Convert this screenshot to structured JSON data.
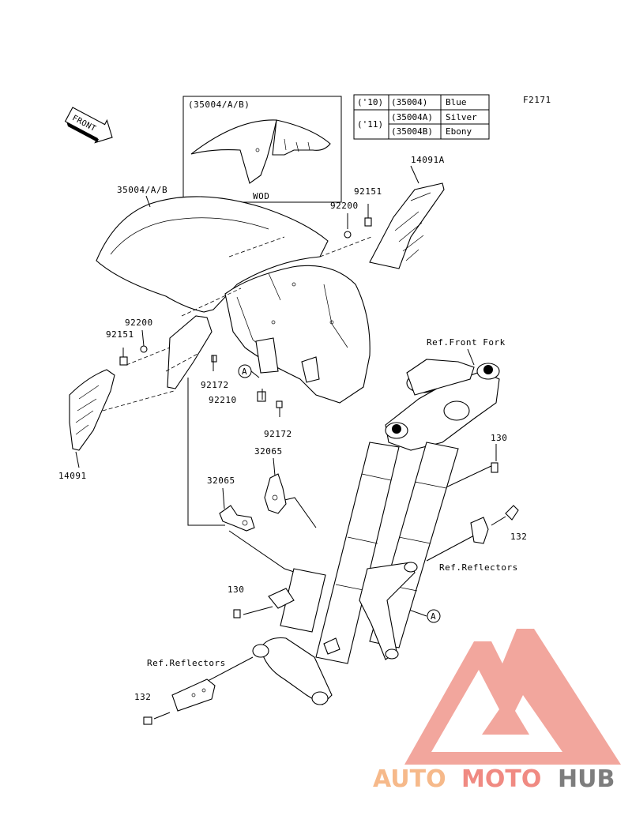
{
  "figure_code": "F2171",
  "front_arrow": "FRONT",
  "wod_box": {
    "title": "(35004/A/B)",
    "caption": "WOD"
  },
  "color_table": {
    "rows": [
      {
        "year": "('10)",
        "part": "(35004)",
        "color": "Blue"
      },
      {
        "year": "('11)",
        "part": "(35004A)",
        "color": "Silver"
      },
      {
        "year": "",
        "part": "(35004B)",
        "color": "Ebony"
      }
    ]
  },
  "callouts": {
    "fender": "35004/A/B",
    "cover_right": "14091A",
    "cover_left": "14091",
    "bolt_top_right": "92151",
    "washer_top_right": "92200",
    "washer_left": "92200",
    "bolt_left": "92151",
    "screw_left": "92172",
    "clip": "92210",
    "screw_center": "92172",
    "bracket_upper": "32065",
    "bracket_lower": "32065",
    "front_fork_ref": "Ref.Front Fork",
    "bolt_130_right": "130",
    "bolt_132_right": "132",
    "reflectors_right": "Ref.Reflectors",
    "bolt_130_left": "130",
    "reflectors_left": "Ref.Reflectors",
    "bolt_132_left": "132",
    "marker_a_top": "A",
    "marker_a_bottom": "A"
  },
  "watermark": {
    "brand_parts": [
      "AUTO",
      "MOTO",
      "HUB"
    ],
    "colors": {
      "auto": "#f6b98a",
      "moto": "#f08a82",
      "hub": "#7d7d7d",
      "logo": "#f19c92"
    }
  }
}
